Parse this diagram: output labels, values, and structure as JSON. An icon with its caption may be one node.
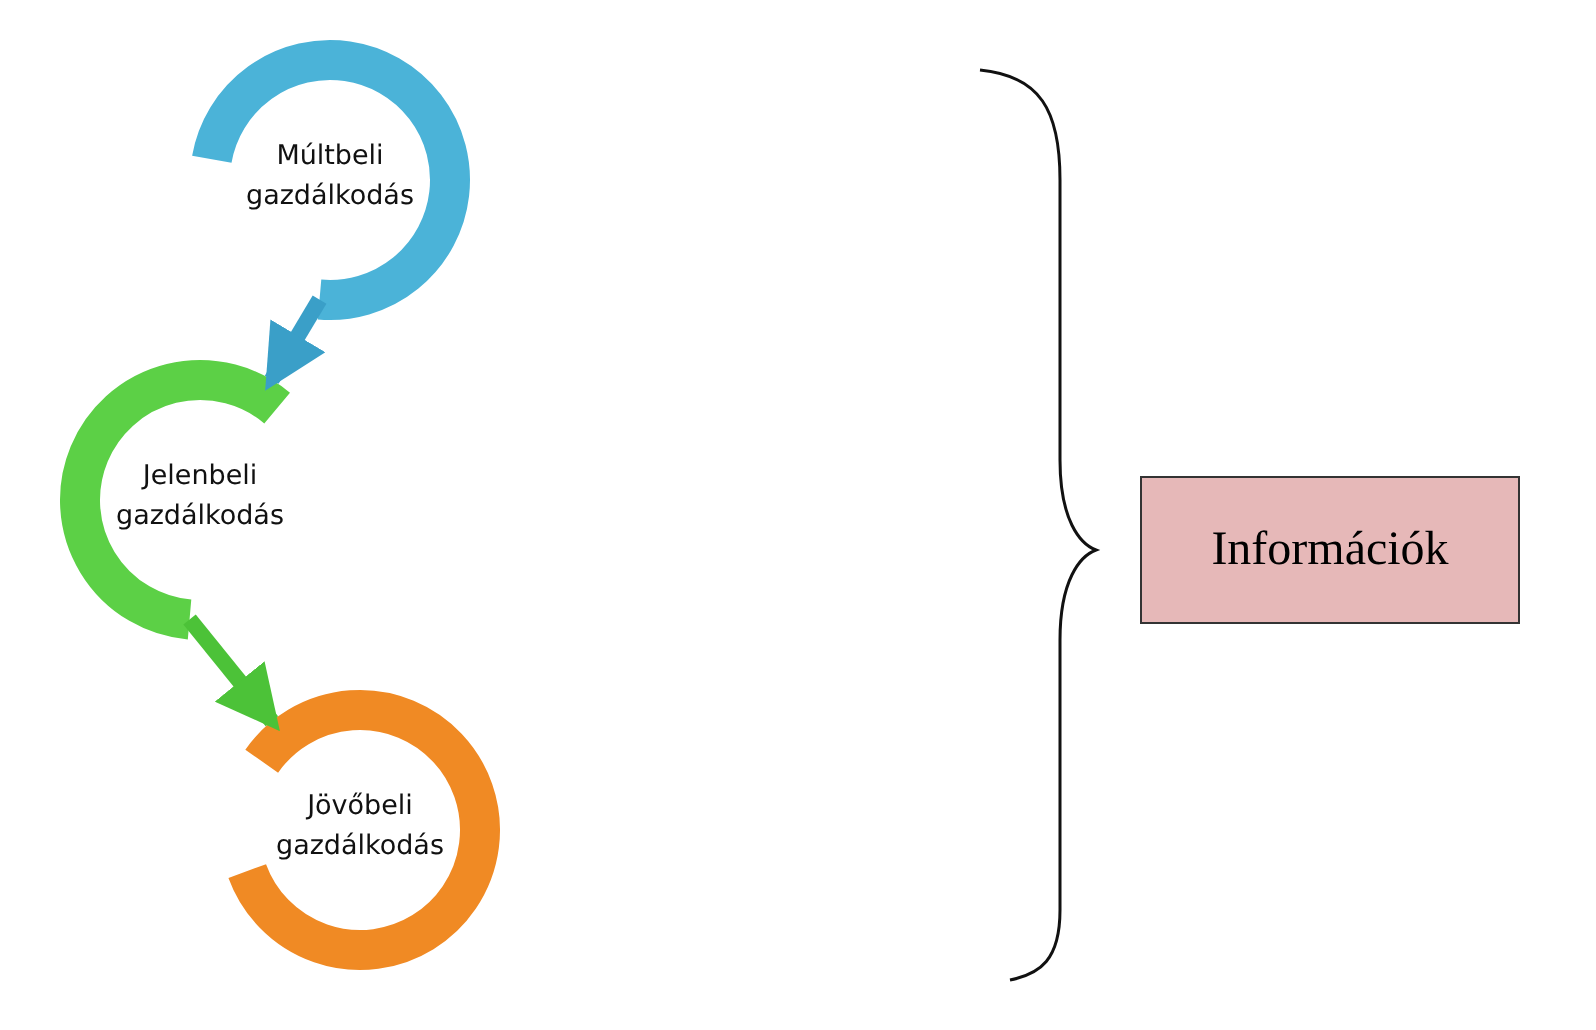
{
  "diagram": {
    "nodes": [
      {
        "text": [
          "Múltbeli gazdálkodás"
        ]
      },
      {
        "text": [
          "Jelenbeli gazdálkodás"
        ]
      },
      {
        "text": [
          "Jövőbeli gazdálkodás"
        ]
      },
      {
        "text": [
          "Információk"
        ]
      }
    ],
    "edges": [
      {
        "from": 0,
        "to": 1,
        "arrow": "to",
        "color": "#3a9fc8"
      },
      {
        "from": 1,
        "to": 2,
        "arrow": "to",
        "color": "#4cc238"
      }
    ]
  }
}
